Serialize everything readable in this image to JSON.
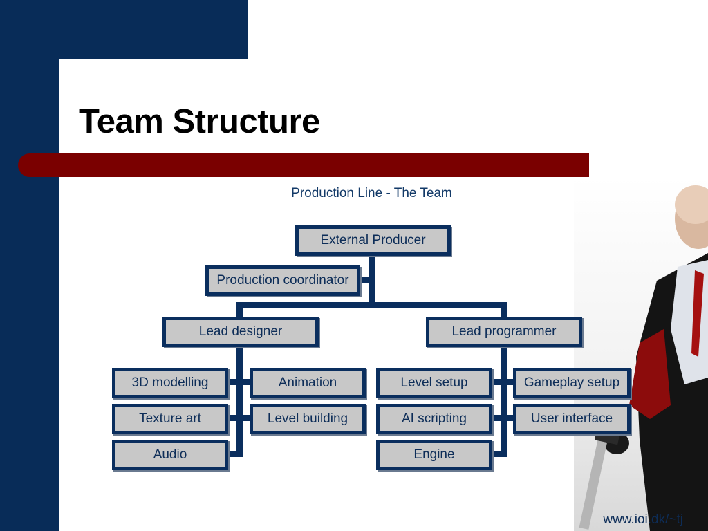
{
  "slide": {
    "title": "Team Structure",
    "url": "www.ioi.dk/~tj",
    "colors": {
      "navy": "#082c58",
      "accent_red": "#7a0000",
      "box_fill": "#c8c8c8",
      "box_border": "#0a2e5e"
    }
  },
  "diagram": {
    "title": "Production Line - The Team",
    "nodes": {
      "external_producer": "External Producer",
      "production_coordinator": "Production coordinator",
      "lead_designer": "Lead designer",
      "lead_programmer": "Lead programmer",
      "modelling_3d": "3D modelling",
      "animation": "Animation",
      "texture_art": "Texture art",
      "level_building": "Level building",
      "audio": "Audio",
      "level_setup": "Level setup",
      "gameplay_setup": "Gameplay setup",
      "ai_scripting": "AI scripting",
      "user_interface": "User interface",
      "engine": "Engine"
    }
  },
  "image": {
    "description_icon": "hitman-character-photo"
  }
}
